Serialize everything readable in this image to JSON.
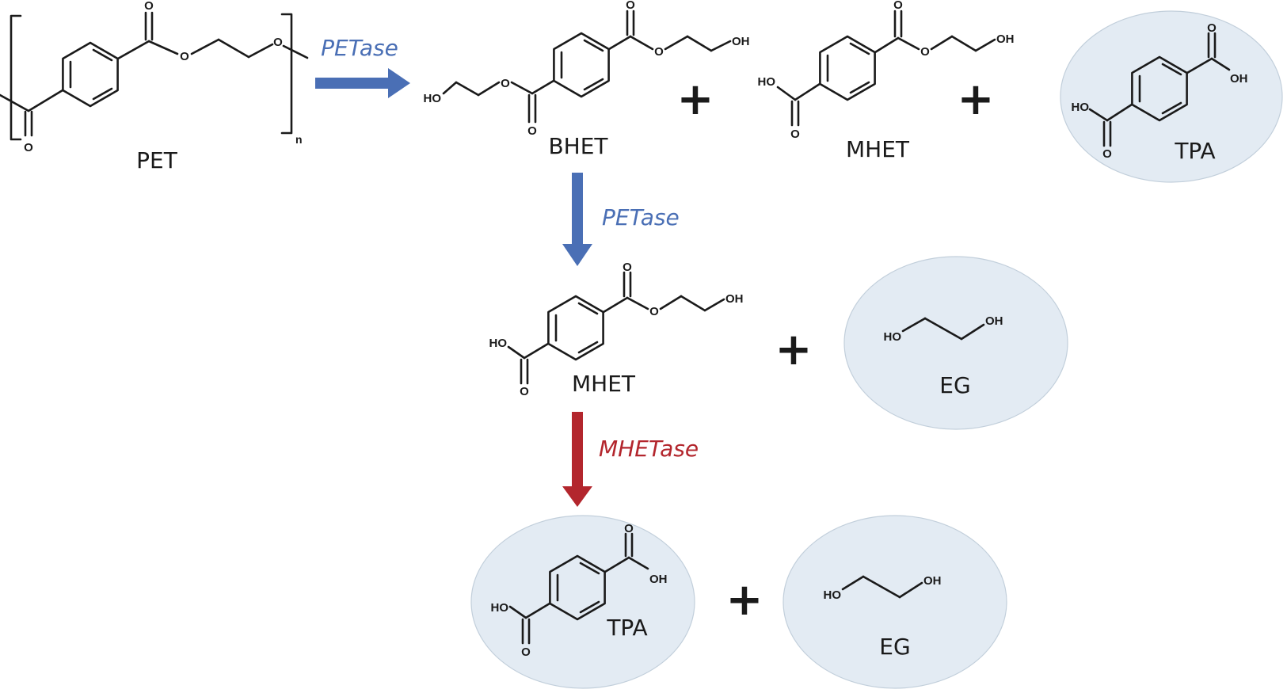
{
  "colors": {
    "petase": "#4a6fb5",
    "mhetase": "#b3262d",
    "highlight_fill": "#e3ebf3",
    "ink": "#1a1a1a"
  },
  "atoms": {
    "oxygen": "O",
    "hydroxyl": "OH",
    "hydroxyl_left": "HO",
    "repeat_subscript": "n"
  },
  "compounds": {
    "pet": "PET",
    "bhet": "BHET",
    "mhet_top": "MHET",
    "tpa_top": "TPA",
    "mhet_mid": "MHET",
    "eg_mid": "EG",
    "tpa_bottom": "TPA",
    "eg_bottom": "EG"
  },
  "plus_sign": "+",
  "enzymes": {
    "step1": "PETase",
    "step2": "PETase",
    "step3": "MHETase"
  }
}
